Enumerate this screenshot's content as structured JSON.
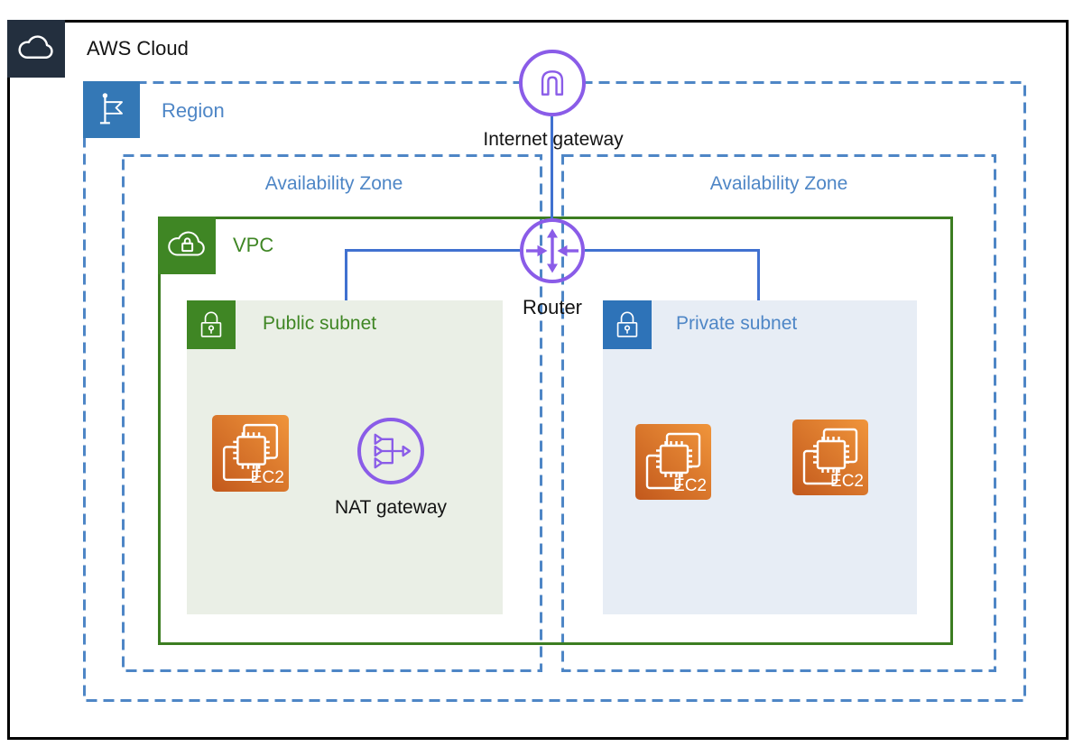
{
  "aws_cloud": {
    "label": "AWS Cloud"
  },
  "region": {
    "label": "Region"
  },
  "availability_zones": [
    {
      "label": "Availability Zone"
    },
    {
      "label": "Availability Zone"
    }
  ],
  "vpc": {
    "label": "VPC"
  },
  "subnets": {
    "public": {
      "label": "Public subnet"
    },
    "private": {
      "label": "Private subnet"
    }
  },
  "nodes": {
    "internet_gateway": {
      "label": "Internet gateway"
    },
    "router": {
      "label": "Router"
    },
    "nat_gateway": {
      "label": "NAT gateway"
    }
  },
  "ec2": [
    {
      "label": "EC2",
      "subnet": "public"
    },
    {
      "label": "EC2",
      "subnet": "private"
    },
    {
      "label": "EC2",
      "subnet": "private"
    }
  ],
  "icons": {
    "aws-cloud-icon": "cloud-outline",
    "region-icon": "flag",
    "vpc-icon": "cloud-with-lock",
    "public-subnet-icon": "padlock",
    "private-subnet-icon": "padlock",
    "internet-gateway-icon": "arch-gateway",
    "router-icon": "four-way-arrows",
    "nat-gateway-icon": "fan-in-arrow",
    "ec2-icon": "processor-chip"
  },
  "colors": {
    "aws-dark": "#232F3E",
    "blue": "#4E86C6",
    "connector-blue": "#4071D0",
    "green": "#3F8624",
    "green-border": "#3C7D21",
    "purple": "#8A5CE8",
    "public-bg": "#EAEFE6",
    "private-bg": "#E7EDF5",
    "region-icon-bg": "#3478B6",
    "private-icon-bg": "#2E73B8",
    "ec2-gradient-start": "#C2581C",
    "ec2-gradient-end": "#F0953B"
  }
}
